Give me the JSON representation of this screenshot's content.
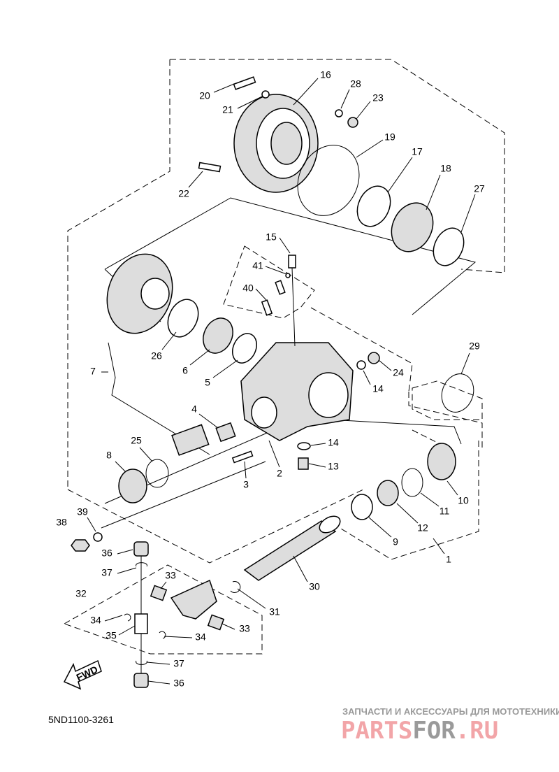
{
  "diagram_code": "5ND1100-3261",
  "fwd_label": "FWD",
  "watermark": {
    "tagline": "ЗАПЧАСТИ И АКСЕССУАРЫ ДЛЯ МОТОТЕХНИКИ",
    "brand_a": "PARTS",
    "brand_b": "FOR",
    "brand_c": ".RU",
    "brand_color": "#f2a5a8",
    "brand_gray": "#9a9a9a"
  },
  "labels": [
    "20",
    "21",
    "16",
    "28",
    "23",
    "19",
    "17",
    "18",
    "27",
    "22",
    "15",
    "41",
    "40",
    "26",
    "6",
    "5",
    "7",
    "29",
    "24",
    "14",
    "4",
    "25",
    "8",
    "14",
    "13",
    "3",
    "2",
    "10",
    "11",
    "12",
    "9",
    "1",
    "39",
    "38",
    "36",
    "37",
    "33",
    "30",
    "32",
    "31",
    "34",
    "35",
    "34",
    "33",
    "37",
    "36"
  ]
}
